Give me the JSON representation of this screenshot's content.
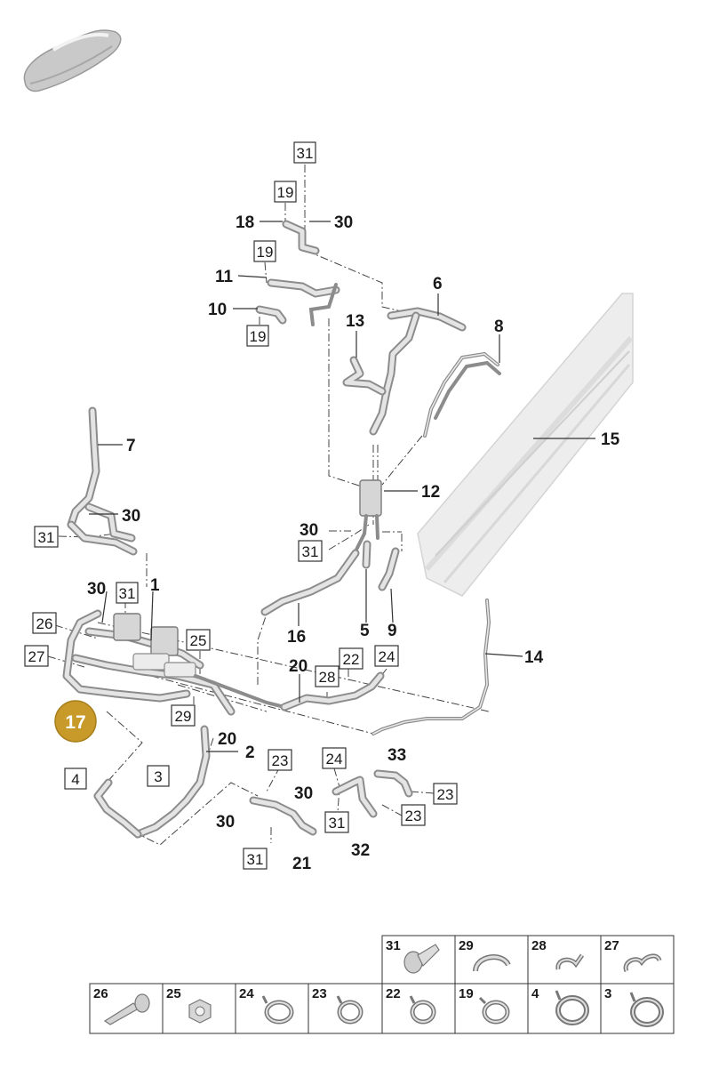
{
  "badge": {
    "number": "17",
    "color": "#c89a2a"
  },
  "colors": {
    "hose": "#8c8c8c",
    "highlight": "#e4e4e4",
    "line": "#333333"
  },
  "labels": {
    "l31a": "31",
    "l19a": "19",
    "l18": "18",
    "l30a": "30",
    "l19b": "19",
    "l11": "11",
    "l6": "6",
    "l10": "10",
    "l19c": "19",
    "l13": "13",
    "l8": "8",
    "l7": "7",
    "l15": "15",
    "l12": "12",
    "l30b": "30",
    "l31b": "31",
    "l30c": "30",
    "l31c": "31",
    "l30d": "30",
    "l31d": "31",
    "l1": "1",
    "l26": "26",
    "l25": "25",
    "l27": "27",
    "l16": "16",
    "l5": "5",
    "l9": "9",
    "l14": "14",
    "l20a": "20",
    "l22": "22",
    "l24a": "24",
    "l28": "28",
    "l29": "29",
    "l20b": "20",
    "l2": "2",
    "l23a": "23",
    "l24b": "24",
    "l33": "33",
    "l4": "4",
    "l3": "3",
    "l30e": "30",
    "l23b": "23",
    "l31e": "31",
    "l23c": "23",
    "l32": "32",
    "l30f": "30",
    "l21": "21",
    "l31f": "31"
  },
  "legend": {
    "row1": [
      {
        "num": "31",
        "icon": "rivet-icon"
      },
      {
        "num": "29",
        "icon": "hose-clip-icon"
      },
      {
        "num": "28",
        "icon": "pipe-clip-icon"
      },
      {
        "num": "27",
        "icon": "double-clip-icon"
      }
    ],
    "row2": [
      {
        "num": "26",
        "icon": "expansion-rivet-icon"
      },
      {
        "num": "25",
        "icon": "hex-nut-icon"
      },
      {
        "num": "24",
        "icon": "spring-clamp-icon"
      },
      {
        "num": "23",
        "icon": "spring-clamp-icon"
      },
      {
        "num": "22",
        "icon": "spring-clamp-icon"
      },
      {
        "num": "19",
        "icon": "spring-clamp-icon"
      },
      {
        "num": "4",
        "icon": "spring-clamp-icon"
      },
      {
        "num": "3",
        "icon": "spring-clamp-icon"
      }
    ]
  }
}
